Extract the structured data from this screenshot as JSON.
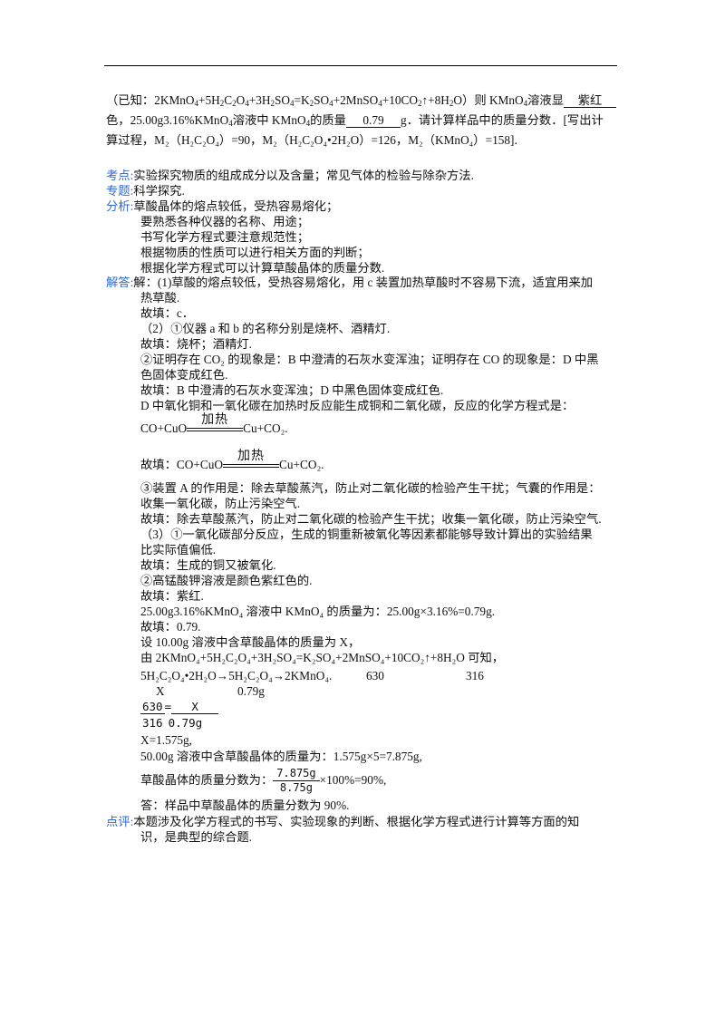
{
  "header": {
    "l1_a": "（已知：2KMnO",
    "l1_b": "+5H",
    "l1_c": "C",
    "l1_d": "O",
    "l1_e": "+3H",
    "l1_f": "SO",
    "l1_g": "=K",
    "l1_h": "SO",
    "l1_i": "+2MnSO",
    "l1_j": "+10CO",
    "l1_k": "↑+8H",
    "l1_l": "O）则 KMnO",
    "l1_m": "溶液显",
    "blank_color": "紫红",
    "l2_a": "色，25.00g3.16%KMnO",
    "l2_b": "溶液中 KMnO",
    "l2_c": "的质量",
    "blank_mass": "0.79",
    "l2_d": "g．请计算样品中的质量分数．[写出计",
    "l3": "算过程，M₂（H₂C₂O₄）=90，M₂（H₂C₂O₄•2H₂O）=126，M₂（KMnO₄）=158]."
  },
  "labels": {
    "kaodian": "考点:",
    "zhuanti": "专题:",
    "fenxi": "分析:",
    "jieda": "解答:",
    "dianping": "点评:"
  },
  "kaodian_text": "实验探究物质的组成成分以及含量；常见气体的检验与除杂方法.",
  "zhuanti_text": "科学探究.",
  "fenxi_lines": [
    "草酸晶体的熔点较低，受热容易熔化；",
    "要熟悉各种仪器的名称、用途；",
    "书写化学方程式要注意规范性；",
    "根据物质的性质可以进行相关方面的判断；",
    "根据化学方程式可以计算草酸晶体的质量分数."
  ],
  "jieda": {
    "l1": "解：(1)草酸的熔点较低，受热容易熔化，用 c 装置加热草酸时不容易下流，适宜用来加",
    "l2": "热草酸.",
    "l3": "故填：c．",
    "l4": "（2）①仪器 a 和 b 的名称分别是烧杯、酒精灯.",
    "l5": "故填：烧杯；酒精灯.",
    "l6": "②证明存在 CO₂ 的现象是：B 中澄清的石灰水变浑浊；证明存在 CO 的现象是：D 中黑",
    "l7": "色固体变成红色.",
    "l8": "故填：B 中澄清的石灰水变浑浊；D 中黑色固体变成红色.",
    "l9": "D 中氧化铜和一氧化碳在加热时反应能生成铜和二氧化碳，反应的化学方程式是：",
    "eq_left": "CO+CuO",
    "eq_heat": "加热",
    "eq_right": "Cu+CO₂.",
    "fill_prefix": "故填：CO+CuO",
    "fill_heat": "加热",
    "fill_right": "Cu+CO₂.",
    "l10": "③装置 A 的作用是：除去草酸蒸汽，防止对二氧化碳的检验产生干扰；气囊的作用是：",
    "l11": "收集一氧化碳，防止污染空气.",
    "l12": "故填：除去草酸蒸汽，防止对二氧化碳的检验产生干扰；收集一氧化碳，防止污染空气.",
    "l13": "（3）①一氧化碳部分反应，生成的铜重新被氧化等因素都能够导致计算出的实验结果",
    "l14": "比实际值偏低.",
    "l15": "故填：生成的铜又被氧化.",
    "l16": "②高锰酸钾溶液是颜色紫红色的.",
    "l17": "故填：紫红.",
    "l18": "25.00g3.16%KMnO₄ 溶液中 KMnO₄ 的质量为：25.00g×3.16%=0.79g.",
    "l19": "故填：0.79.",
    "l20": "设 10.00g 溶液中含草酸晶体的质量为 X，",
    "l21": "由 2KMnO₄+5H₂C₂O₄+3H₂SO₄=K₂SO₄+2MnSO₄+10CO₂↑+8H₂O 可知，",
    "l22a": "5H₂C₂O₄•2H₂O→5H₂C₂O₄→2KMnO₄.",
    "l22b": "630",
    "l22c": "316",
    "l23a": "X",
    "l23b": "0.79g",
    "frac1_num": "630",
    "frac1_eq": "=",
    "frac1_x": "X",
    "frac1_den": "316",
    "frac1_den2": "0.79g",
    "l24": "X=1.575g,",
    "l25": "50.00g 溶液中含草酸晶体的质量为：1.575g×5=7.875g,",
    "l26_prefix": "草酸晶体的质量分数为：",
    "frac2_num": "7.875g",
    "frac2_den": "8.75g",
    "l26_suffix": "×100%=90%,",
    "l27": "答：样品中草酸晶体的质量分数为 90%."
  },
  "dianping_lines": [
    "本题涉及化学方程式的书写、实验现象的判断、根据化学方程式进行计算等方面的知",
    "识，是典型的综合题."
  ]
}
